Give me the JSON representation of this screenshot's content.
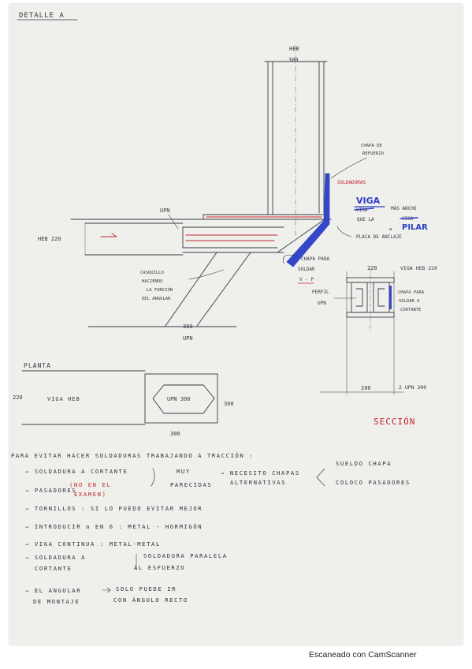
{
  "header": {
    "title": "DETALLE A"
  },
  "elevation": {
    "column_label": "HEB",
    "column_dim": "300",
    "upn_top_label": "UPN",
    "beam_label": "HEB 220",
    "upn_bottom_dim": "300",
    "upn_bottom_label": "UPN",
    "reinforcement_plate": [
      "CHAPA DE",
      "REFUERZO"
    ],
    "welds": "SOLDADURAS",
    "viga_replacement": "VIGA",
    "viga_struck": "VIGA",
    "wider_line1": "MÁS ANCHO",
    "wider_line2_prefix": "QUE LA",
    "wider_struck": "VIGA",
    "wider_line3_prefix": "≥",
    "pilar": "PILAR",
    "anchor_plate": "PLACA DE ANCLAJE",
    "weld_plate": [
      "CHAPA PARA",
      "SOLDAR",
      "V - P"
    ],
    "angle_cap": [
      "CASQUILLO",
      "HACIENDO",
      "LA FUNCIÓN",
      "DEL ANGULAR"
    ]
  },
  "section": {
    "dim_top": "220",
    "title": "VIGA HEB 220",
    "profile_label": [
      "PERFIL",
      "UPN"
    ],
    "shear_plate": [
      "CHAPA PARA",
      "SOLDAR A",
      "CORTANTE"
    ],
    "dim_bottom_left": "200",
    "dim_bottom_right": "2 UPN 300",
    "caption": "SECCIÓN"
  },
  "plan": {
    "title": "PLANTA",
    "dim_left": "220",
    "beam_label": "VIGA HEB",
    "upn_label": "UPN 300",
    "dim_right": "300",
    "dim_bottom": "300"
  },
  "notes": {
    "intro": "PARA EVITAR HACER SOLDADURAS TRABAJANDO A TRACCIÓN :",
    "l1": "→ SOLDADURA A CORTANTE",
    "l1b": "MUY",
    "l2": "→ PASADORES",
    "l2_red1": "(NO EN EL",
    "l2_red2": "EXAMEN)",
    "l2b": "PARECIDAS",
    "mid1": "→ NECESITO CHAPAS",
    "mid2": "ALTERNATIVAS",
    "right1": "SUELDO CHAPA",
    "right2": "COLOCO PASADORES",
    "l3": "→ TORNILLOS : SI LO PUEDO EVITAR MEJOR",
    "l4": "→ INTRODUCIR a EN 6 : METAL - HORMIGÓN",
    "l5": "→ VIGA CONTINUA : METAL-METAL",
    "l6a": "→ SOLDADURA A",
    "l6b": "CORTANTE",
    "l6c": "SOLDADURA PARALELA",
    "l6d": "AL ESFUERZO",
    "l7a": "→ EL ANGULAR",
    "l7b": "DE MONTAJE",
    "l7c": "SOLO PUEDE IR",
    "l7d": "CON ÁNGULO RECTO"
  },
  "footer": {
    "scanner": "Escaneado con CamScanner"
  },
  "colors": {
    "ink": "#3a3a44",
    "red": "#c0282a",
    "blue": "#2b3fc4",
    "weld": "#3347c8",
    "paper": "#efefec"
  }
}
